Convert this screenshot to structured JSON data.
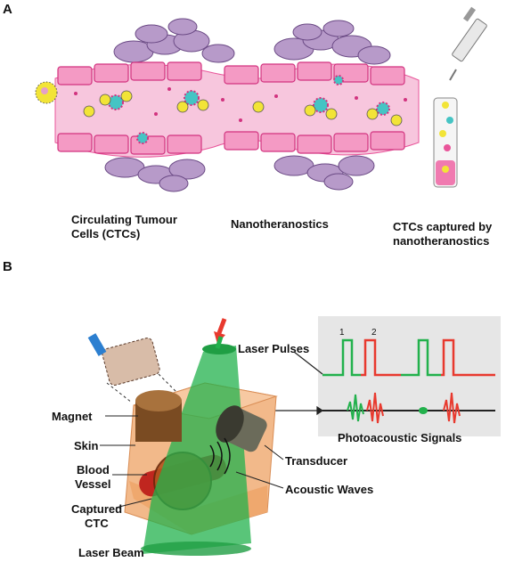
{
  "panel_a": {
    "letter": "A",
    "legend": {
      "ctc_line1": "Circulating Tumour",
      "ctc_line2": "Cells (CTCs)",
      "nano": "Nanotheranostics",
      "captured_line1": "CTCs captured by",
      "captured_line2": "nanotheranostics"
    },
    "colors": {
      "vessel": "#f7c6dd",
      "cell_wall": "#e9559a",
      "ctc": "#45c4c4",
      "nano": "#f2e437",
      "outer_cells": "#b79ac9"
    }
  },
  "panel_b": {
    "letter": "B",
    "labels": {
      "magnet": "Magnet",
      "skin": "Skin",
      "blood_line1": "Blood",
      "blood_line2": "Vessel",
      "captured_line1": "Captured",
      "captured_line2": "CTC",
      "laser_beam": "Laser Beam",
      "laser_pulses": "Laser Pulses",
      "photoacoustic": "Photoacoustic Signals",
      "transducer": "Transducer",
      "acoustic": "Acoustic Waves",
      "pulse_1": "1",
      "pulse_2": "2"
    },
    "colors": {
      "laser_green": "#22b14c",
      "laser_red": "#e8392e",
      "tissue": "#f2b98a",
      "panel_bg": "#e6e6e6"
    }
  }
}
